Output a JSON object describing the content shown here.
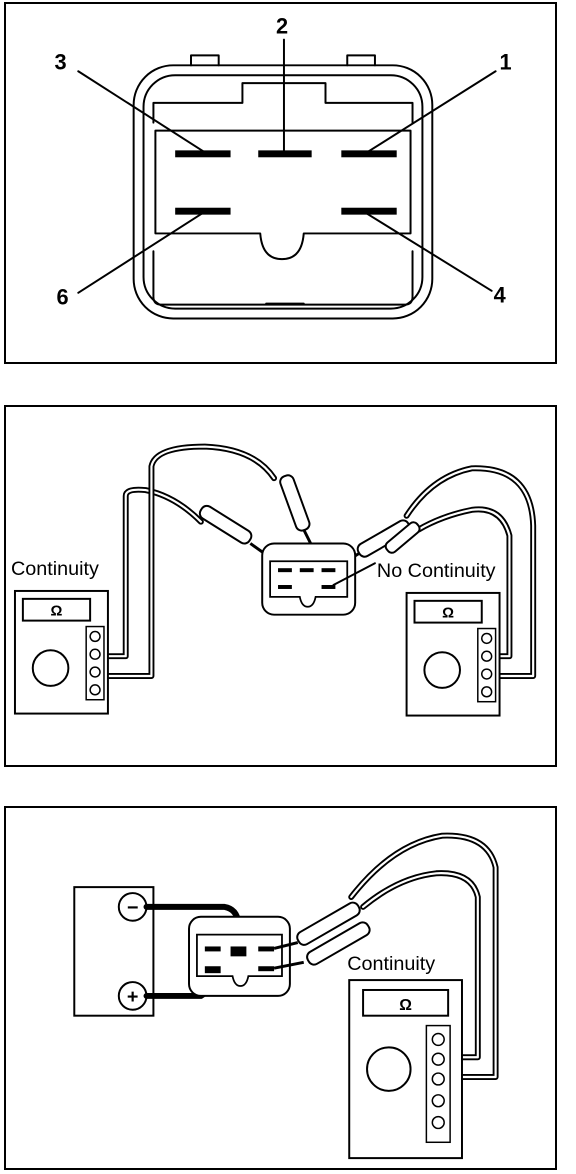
{
  "connector": {
    "pins": [
      {
        "id": "3",
        "label": "3"
      },
      {
        "id": "2",
        "label": "2"
      },
      {
        "id": "1",
        "label": "1"
      },
      {
        "id": "6",
        "label": "6"
      },
      {
        "id": "4",
        "label": "4"
      }
    ]
  },
  "test_no_power": {
    "left_meter_label": "Continuity",
    "right_meter_label": "No Continuity",
    "meter_symbol": "Ω"
  },
  "test_with_power": {
    "battery_negative": "−",
    "battery_positive": "+",
    "meter_label": "Continuity",
    "meter_symbol": "Ω"
  }
}
